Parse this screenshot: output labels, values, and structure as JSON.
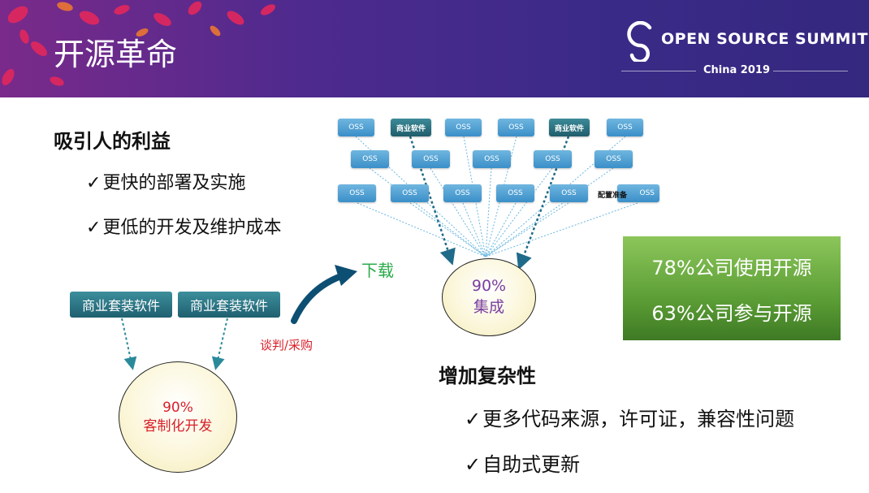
{
  "header": {
    "title": "开源革命",
    "logo_name": "OPEN SOURCE SUMMIT",
    "logo_sub": "China 2019"
  },
  "benefits": {
    "heading": "吸引人的利益",
    "items": [
      "更快的部署及实施",
      "更低的开发及维护成本"
    ]
  },
  "oss_grid": {
    "row1": [
      "OSS",
      "商业软件",
      "OSS",
      "OSS",
      "商业软件",
      "OSS"
    ],
    "row2": [
      "OSS",
      "OSS",
      "OSS",
      "OSS",
      "OSS"
    ],
    "row3": [
      "OSS",
      "OSS",
      "OSS",
      "OSS",
      "OSS",
      "OSS"
    ],
    "row3_overlay": "配置准备"
  },
  "integration": {
    "percent": "90%",
    "label": "集成"
  },
  "custom": {
    "boxes": [
      "商业套装软件",
      "商业套装软件"
    ],
    "percent": "90%",
    "label": "客制化开发"
  },
  "arrow_labels": {
    "download": "下载",
    "negotiate": "谈判/采购"
  },
  "stats": [
    "78%公司使用开源",
    "63%公司参与开源"
  ],
  "complexity": {
    "heading": "增加复杂性",
    "items": [
      "更多代码来源，许可证，兼容性问题",
      "自助式更新"
    ]
  },
  "colors": {
    "header_purple": "#4e2a8e",
    "oss_blue": "#3a8fc8",
    "teal_box": "#1f6070",
    "green_panel": "#5c9e36",
    "integration_text": "#7b3fa0",
    "custom_text": "#d8202a",
    "download_text": "#2bab4a",
    "negotiate_text": "#d8202a"
  }
}
